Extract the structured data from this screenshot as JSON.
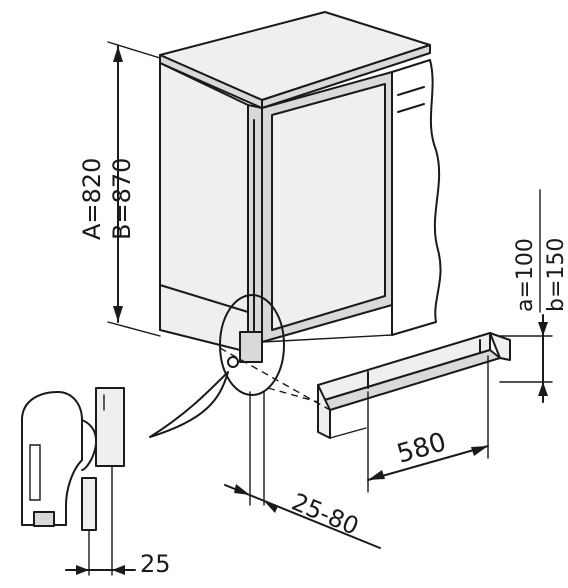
{
  "labels": {
    "height_a": "A=820",
    "height_b": "B=870",
    "plinth_a": "a=100",
    "plinth_b": "b=150",
    "width": "580",
    "offset_range": "25-80",
    "detail_offset": "25"
  },
  "colors": {
    "line": "#1a1a1a",
    "fill_panel": "#d9d9d9",
    "fill_light": "#efefef",
    "background": "#ffffff"
  }
}
